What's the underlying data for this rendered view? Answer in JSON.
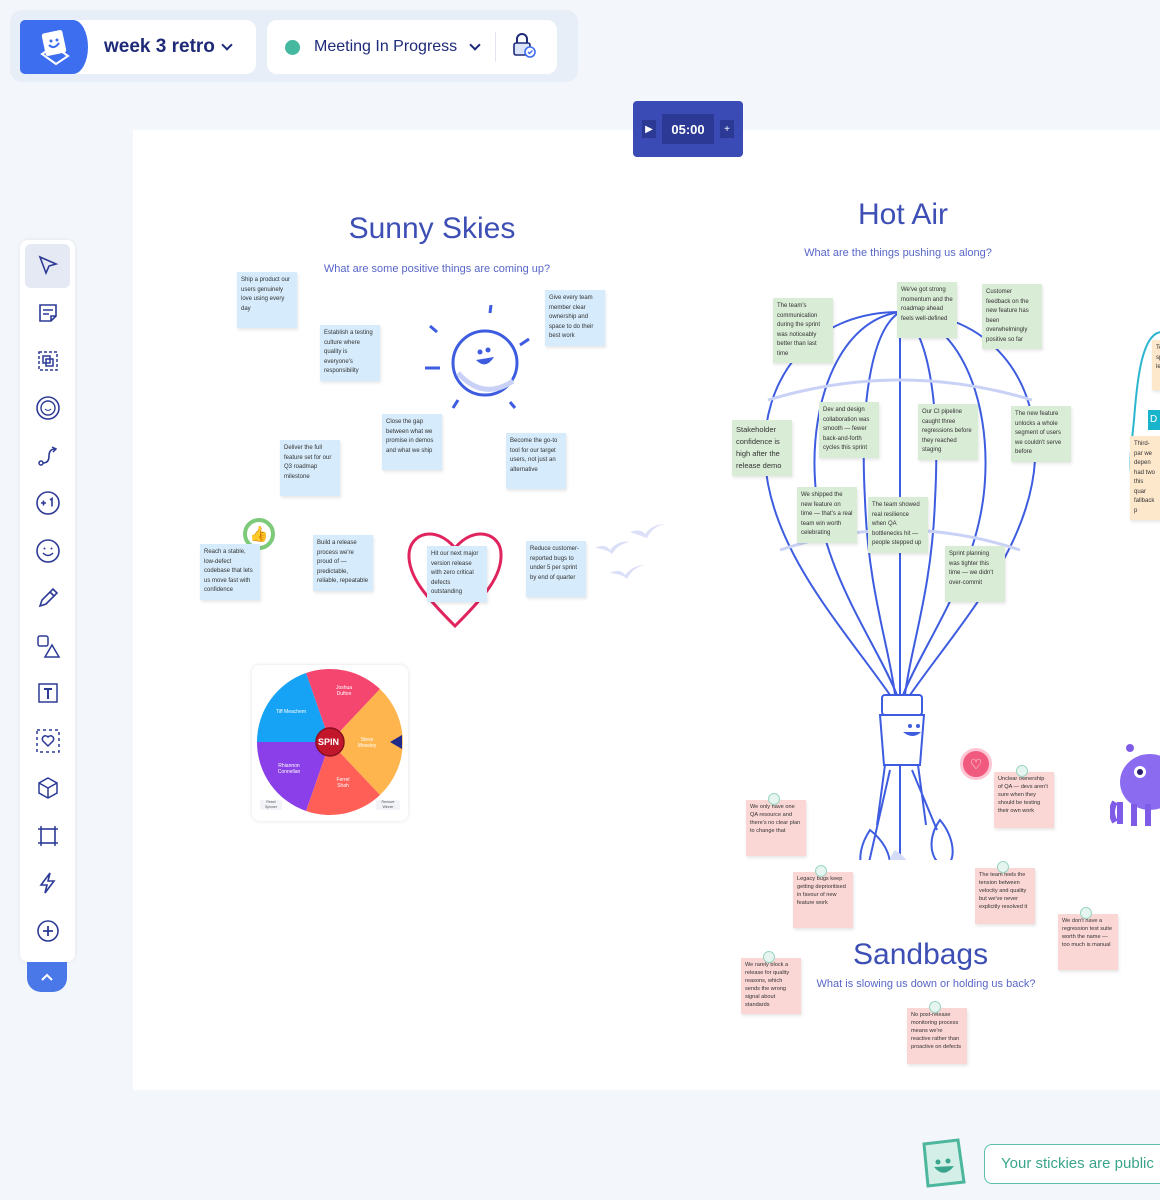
{
  "header": {
    "board_name": "week 3 retro",
    "status": "Meeting In Progress",
    "status_color": "#45b8a0"
  },
  "timer": {
    "time": "05:00"
  },
  "toolbar": {
    "tools": [
      "select",
      "sticky-note",
      "group",
      "emoji-stamp",
      "connector",
      "plus-one",
      "reaction",
      "pen",
      "shapes",
      "text",
      "frame-select",
      "templates",
      "frame",
      "actions",
      "add"
    ]
  },
  "sunny": {
    "title": "Sunny Skies",
    "subtitle": "What are some positive things are coming up?",
    "notes": [
      "Ship a product our users genuinely love using every day",
      "Establish a testing culture where quality is everyone's responsibility",
      "Give every team member clear ownership and space to do their best work",
      "Close the gap between what we promise in demos and what we ship",
      "Deliver the full feature set for our Q3 roadmap milestone",
      "Become the go-to tool for our target users, not just an alternative",
      "Reach a stable, low-defect codebase that lets us move fast with confidence",
      "Build a release process we're proud of — predictable, reliable, repeatable",
      "Hit our next major version release with zero critical defects outstanding",
      "Reduce customer-reported bugs to under 5 per sprint by end of quarter"
    ]
  },
  "hotair": {
    "title": "Hot Air",
    "subtitle": "What are the things pushing us along?",
    "notes": [
      "The team's communication during the sprint was noticeably better than last time",
      "We've got strong momentum and the roadmap ahead feels well-defined",
      "Customer feedback on the new feature has been overwhelmingly positive so far",
      "Stakeholder confidence is high after the release demo",
      "Dev and design collaboration was smooth — fewer back-and-forth cycles this sprint",
      "Our CI pipeline caught three regressions before they reached staging",
      "The new feature unlocks a whole segment of users we couldn't serve before",
      "We shipped the new feature on time — that's a real team win worth celebrating",
      "The team showed real resilience when QA bottlenecks hit — people stepped up",
      "Sprint planning was tighter this time — we didn't over-commit"
    ]
  },
  "sandbags": {
    "title": "Sandbags",
    "subtitle": "What is slowing us down or holding us back?",
    "notes": [
      "We only have one QA resource and there's no clear plan to change that",
      "Legacy bugs keep getting deprioritised in favour of new feature work",
      "Unclear ownership of QA — devs aren't sure when they should be testing their own work",
      "The team feels the tension between velocity and quality but we've never explicitly resolved it",
      "We don't have a regression test suite worth the name — too much is manual",
      "We rarely block a release for quality reasons, which sends the wrong signal about standards",
      "No post-release monitoring process means we're reactive rather than proactive on defects"
    ]
  },
  "offscreen": {
    "note1": "Te sp d le c",
    "button": "D",
    "note2": "Third-par we depen had two this quar fallback p"
  },
  "spinner": {
    "center": "SPIN",
    "names": [
      "Joshua Dufton",
      "Steve Moseley",
      "Ferrel Shah",
      "Rhiannon Connellan",
      "Tiff Meachem"
    ],
    "reset": "Reset Spinner",
    "remove": "Remove Winner"
  },
  "footer": {
    "message": "Your stickies are public"
  }
}
